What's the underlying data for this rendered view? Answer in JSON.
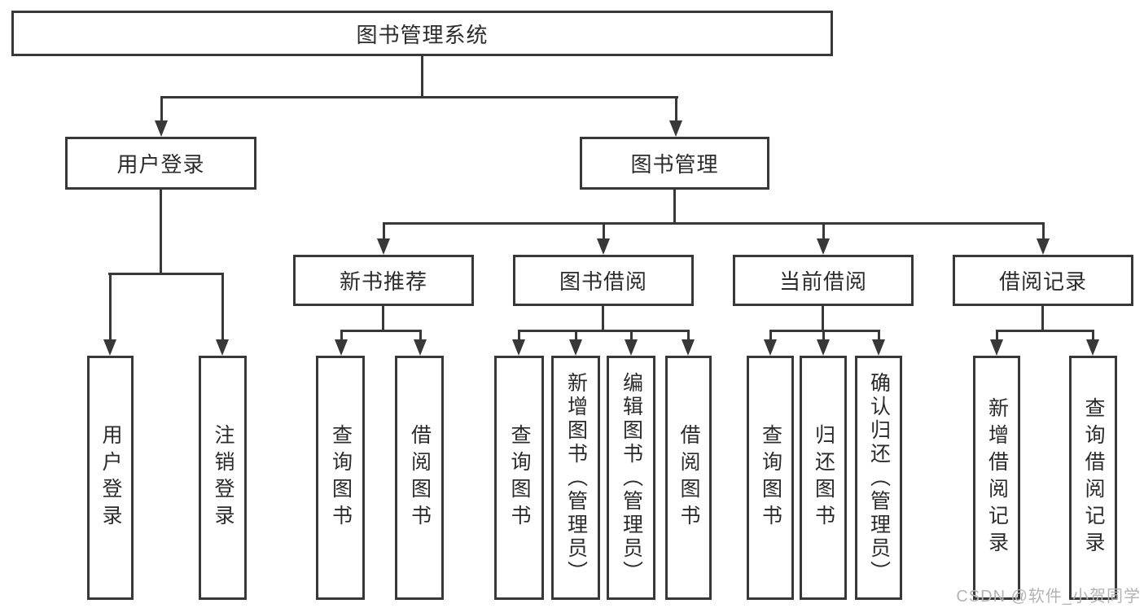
{
  "diagram": {
    "root": {
      "label": "图书管理系统"
    },
    "level2": [
      {
        "label": "用户登录"
      },
      {
        "label": "图书管理"
      }
    ],
    "level3": [
      {
        "label": "新书推荐"
      },
      {
        "label": "图书借阅"
      },
      {
        "label": "当前借阅"
      },
      {
        "label": "借阅记录"
      }
    ],
    "leaves": [
      {
        "label": "用户登录"
      },
      {
        "label": "注销登录"
      },
      {
        "label": "查询图书"
      },
      {
        "label": "借阅图书"
      },
      {
        "label": "查询图书"
      },
      {
        "label": "新增图书（管理员）"
      },
      {
        "label": "编辑图书（管理员）"
      },
      {
        "label": "借阅图书"
      },
      {
        "label": "查询图书"
      },
      {
        "label": "归还图书"
      },
      {
        "label": "确认归还（管理员）"
      },
      {
        "label": "新增借阅记录"
      },
      {
        "label": "查询借阅记录"
      }
    ],
    "colors": {
      "line": "#383838",
      "text": "#2b2b2b",
      "background": "#ffffff",
      "watermark": "#b3b3b3"
    },
    "watermark": "CSDN @软件_小贺同学"
  }
}
